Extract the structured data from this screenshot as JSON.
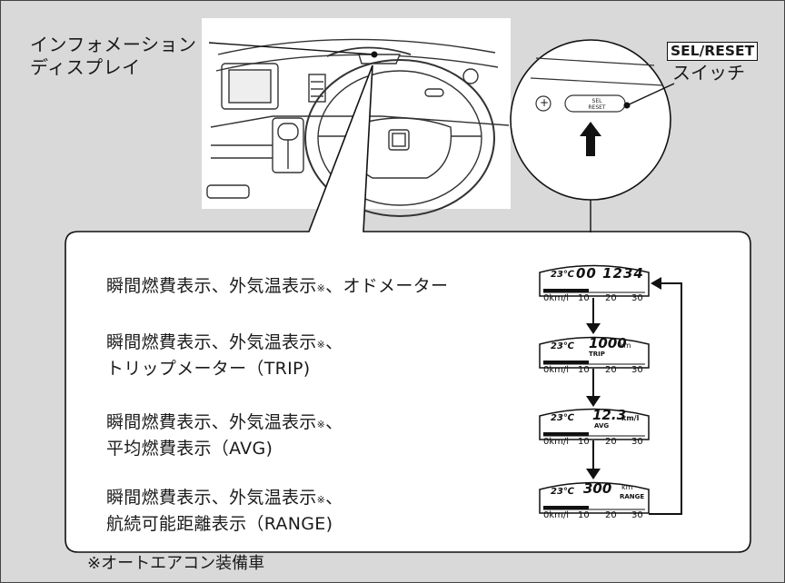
{
  "callout": {
    "info_display_line1": "インフォメーション",
    "info_display_line2": "ディスプレイ"
  },
  "switch": {
    "key_label": "SEL/RESET",
    "switch_label": "スイッチ",
    "button_line1": "SEL",
    "button_line2": "RESET",
    "plus_symbol": "+"
  },
  "modes": [
    {
      "line1": "瞬間燃費表示、外気温表示",
      "note": "※",
      "line1_suffix": "、オドメーター",
      "line2": "",
      "display": {
        "temp": "23℃",
        "main": "00 1234",
        "unit": "",
        "sub": ""
      }
    },
    {
      "line1": "瞬間燃費表示、外気温表示",
      "note": "※",
      "line1_suffix": "、",
      "line2": "トリップメーター（TRIP)",
      "display": {
        "temp": "23℃",
        "main": "1000",
        "unit": "km",
        "sub": "TRIP"
      }
    },
    {
      "line1": "瞬間燃費表示、外気温表示",
      "note": "※",
      "line1_suffix": "、",
      "line2": "平均燃費表示（AVG)",
      "display": {
        "temp": "23℃",
        "main": "12.3",
        "unit": "km/l",
        "sub": "AVG"
      }
    },
    {
      "line1": "瞬間燃費表示、外気温表示",
      "note": "※",
      "line1_suffix": "、",
      "line2": "航続可能距離表示（RANGE)",
      "display": {
        "temp": "23℃",
        "main": "300",
        "unit": "km",
        "sub": "RANGE"
      }
    }
  ],
  "scale": {
    "zero": "0km/l",
    "t10": "10",
    "t20": "20",
    "t30": "30"
  },
  "footnote": "※オートエアコン装備車"
}
